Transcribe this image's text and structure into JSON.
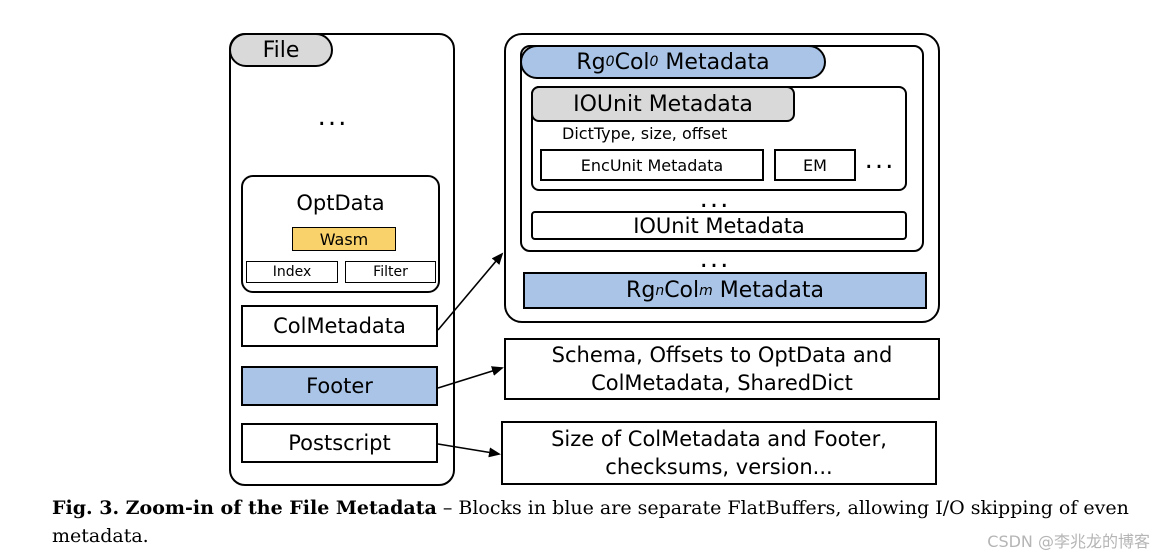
{
  "file": {
    "label": "File",
    "ellipsis": "...",
    "optdata": {
      "title": "OptData",
      "wasm": "Wasm",
      "index": "Index",
      "filter": "Filter"
    },
    "colmetadata": "ColMetadata",
    "footer": "Footer",
    "postscript": "Postscript"
  },
  "colmeta": {
    "rg0col0": {
      "pre": "Rg",
      "sub1": "0",
      "mid": "Col",
      "sub2": "0",
      "post": " Metadata"
    },
    "iounit_title": "IOUnit Metadata",
    "iounit_desc": "DictType, size, offset",
    "encunit": "EncUnit Metadata",
    "em": "EM",
    "em_ellipsis": "...",
    "inner_ellipsis": "...",
    "iounit2": "IOUnit Metadata",
    "outer_ellipsis": "...",
    "rgncolm": {
      "pre": "Rg",
      "sub1": "n",
      "mid": "Col",
      "sub2": "m",
      "post": " Metadata"
    }
  },
  "footer_desc": {
    "line1": "Schema, Offsets to OptData and",
    "line2": "ColMetadata, SharedDict"
  },
  "postscript_desc": {
    "line1": "Size of ColMetadata and Footer,",
    "line2": "checksums, version..."
  },
  "caption": {
    "label": "Fig. 3.  Zoom-in of the File Metadata",
    "text": " – Blocks in blue are separate FlatBuffers, allowing I/O skipping of even metadata."
  },
  "watermark": "CSDN @李兆龙的博客",
  "colors": {
    "blue": "#a9c4e6",
    "gray": "#d9d9d9",
    "yellow": "#fad26b"
  }
}
